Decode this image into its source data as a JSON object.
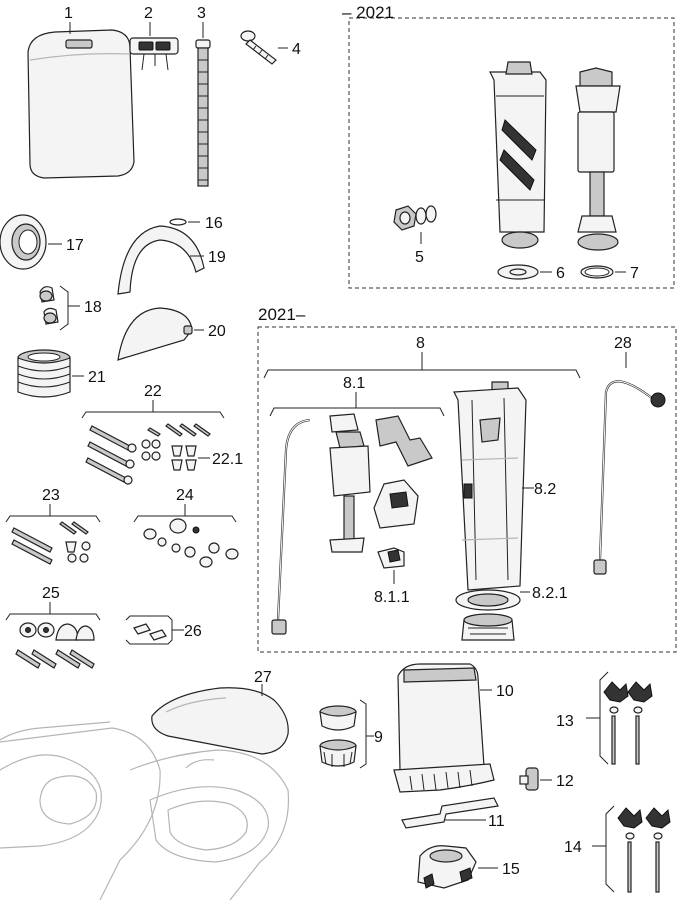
{
  "sections": {
    "old": "– 2021",
    "new": "2021–"
  },
  "labels": {
    "p1": "1",
    "p2": "2",
    "p3": "3",
    "p4": "4",
    "p5": "5",
    "p6": "6",
    "p7": "7",
    "p8": "8",
    "p8_1": "8.1",
    "p8_1_1": "8.1.1",
    "p8_2": "8.2",
    "p8_2_1": "8.2.1",
    "p9": "9",
    "p10": "10",
    "p11": "11",
    "p12": "12",
    "p13": "13",
    "p14": "14",
    "p15": "15",
    "p16": "16",
    "p17": "17",
    "p18": "18",
    "p19": "19",
    "p20": "20",
    "p21": "21",
    "p22": "22",
    "p22_1": "22.1",
    "p23": "23",
    "p24": "24",
    "p25": "25",
    "p26": "26",
    "p27": "27",
    "p28": "28"
  }
}
